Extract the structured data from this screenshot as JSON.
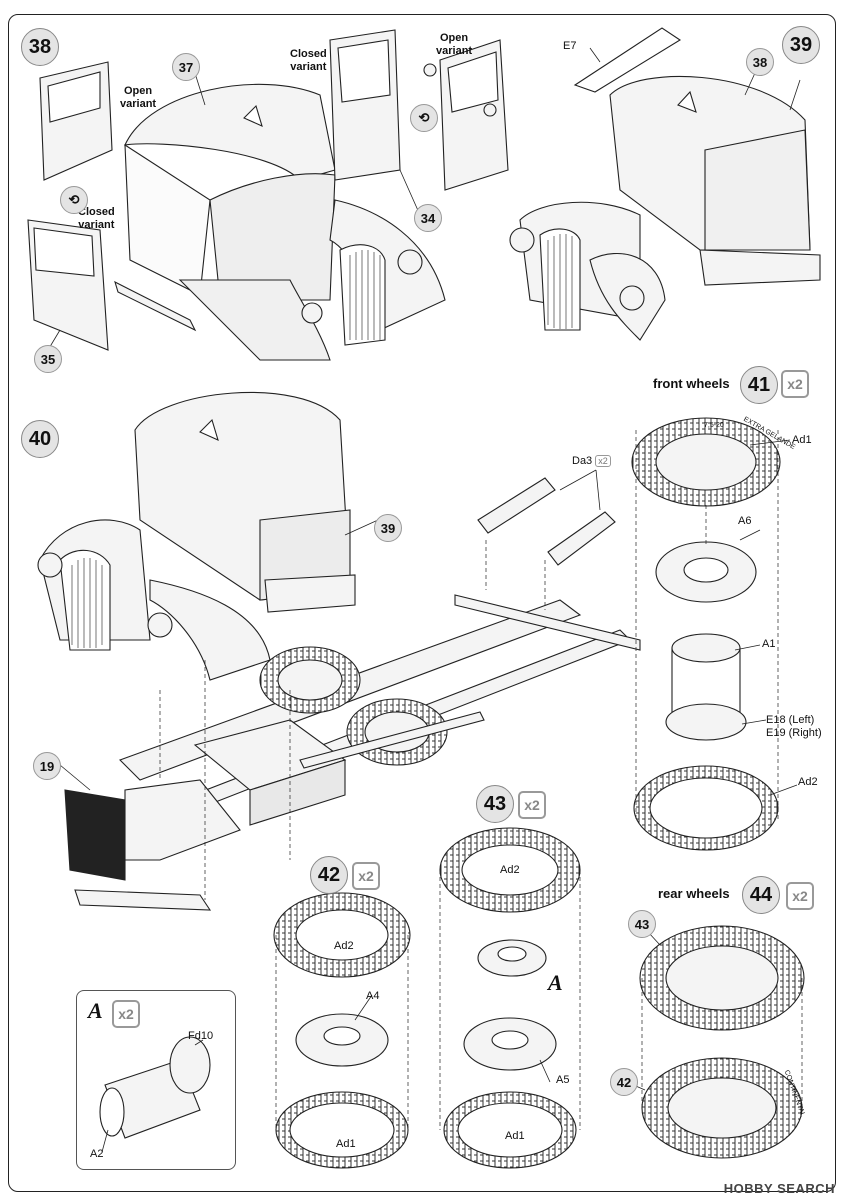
{
  "steps": {
    "s38": "38",
    "s39": "39",
    "s40": "40",
    "s41": "41",
    "s42": "42",
    "s43": "43",
    "s44": "44"
  },
  "multipliers": {
    "x2_label": "x2"
  },
  "sections": {
    "front_wheels": "front wheels",
    "rear_wheels": "rear wheels"
  },
  "callouts": {
    "open_variant_1": [
      "Open",
      "variant"
    ],
    "open_variant_2": [
      "Open",
      "variant"
    ],
    "closed_variant_1": [
      "Closed",
      "variant"
    ],
    "closed_variant_2": [
      "Closed",
      "variant"
    ]
  },
  "parts": {
    "p37": "37",
    "p34": "34",
    "p35": "35",
    "p38": "38",
    "p39": "39",
    "p19": "19",
    "p43": "43",
    "p42": "42",
    "E7": "E7",
    "Da3": "Da3",
    "Da3_x": "x2",
    "Ad1_a": "Ad1",
    "A6": "A6",
    "A1": "A1",
    "E18": "E18 (Left)",
    "E19": "E19 (Right)",
    "Ad2_a": "Ad2",
    "Ad2_b": "Ad2",
    "Ad2_c": "Ad2",
    "A4": "A4",
    "A5": "A5",
    "Ad1_b": "Ad1",
    "Ad1_c": "Ad1",
    "Fd10": "Fd10",
    "A2": "A2",
    "A_letter": "A"
  },
  "tires": {
    "text_extra_gelande": "EXTRA GELANDE",
    "text_size": "7,5-20",
    "text_continental": "CONTINENTAL"
  },
  "watermark": "HOBBY SEARCH"
}
